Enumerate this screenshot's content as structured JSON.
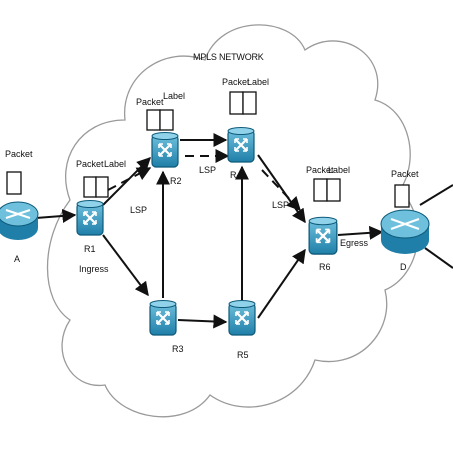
{
  "title": "MPLS NETWORK",
  "nodes": {
    "A": {
      "label": "A"
    },
    "R1": {
      "label": "R1",
      "sub": "Ingress"
    },
    "R2": {
      "label": "R2"
    },
    "R3": {
      "label": "R3"
    },
    "R4": {
      "label": "R4"
    },
    "R5": {
      "label": "R5"
    },
    "R6": {
      "label": "R6",
      "sub": "Egress"
    },
    "D": {
      "label": "D"
    }
  },
  "packet_label": "Packet",
  "label_label": "Label",
  "lsp_label": "LSP",
  "colors": {
    "router": "#1f8bb5",
    "router_light": "#6fc0dd",
    "cloud_stroke": "#9a9a9a",
    "line": "#111111"
  },
  "icons": [
    "router-icon",
    "switch-router-icon",
    "cloud-icon",
    "arrow-icon"
  ]
}
